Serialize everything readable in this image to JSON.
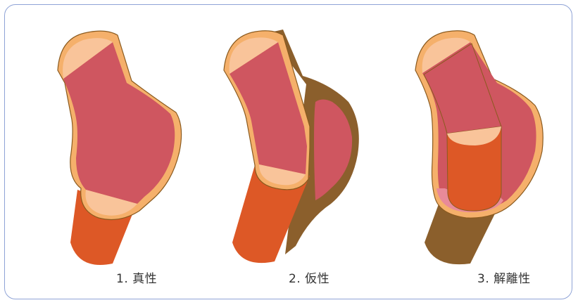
{
  "colors": {
    "aneurysm_wall": "#f5b06b",
    "aneurysm_wall_stroke": "#8a5a1e",
    "lumen": "#cf5660",
    "lumen_lighter": "#e07a88",
    "vessel": "#dd5826",
    "vessel_end": "#f9c49a",
    "adventitia": "#8b5f2c",
    "frame_border": "#8fa3d6"
  },
  "panels": [
    {
      "label": "1. 真性"
    },
    {
      "label": "2. 仮性"
    },
    {
      "label": "3. 解離性"
    }
  ]
}
